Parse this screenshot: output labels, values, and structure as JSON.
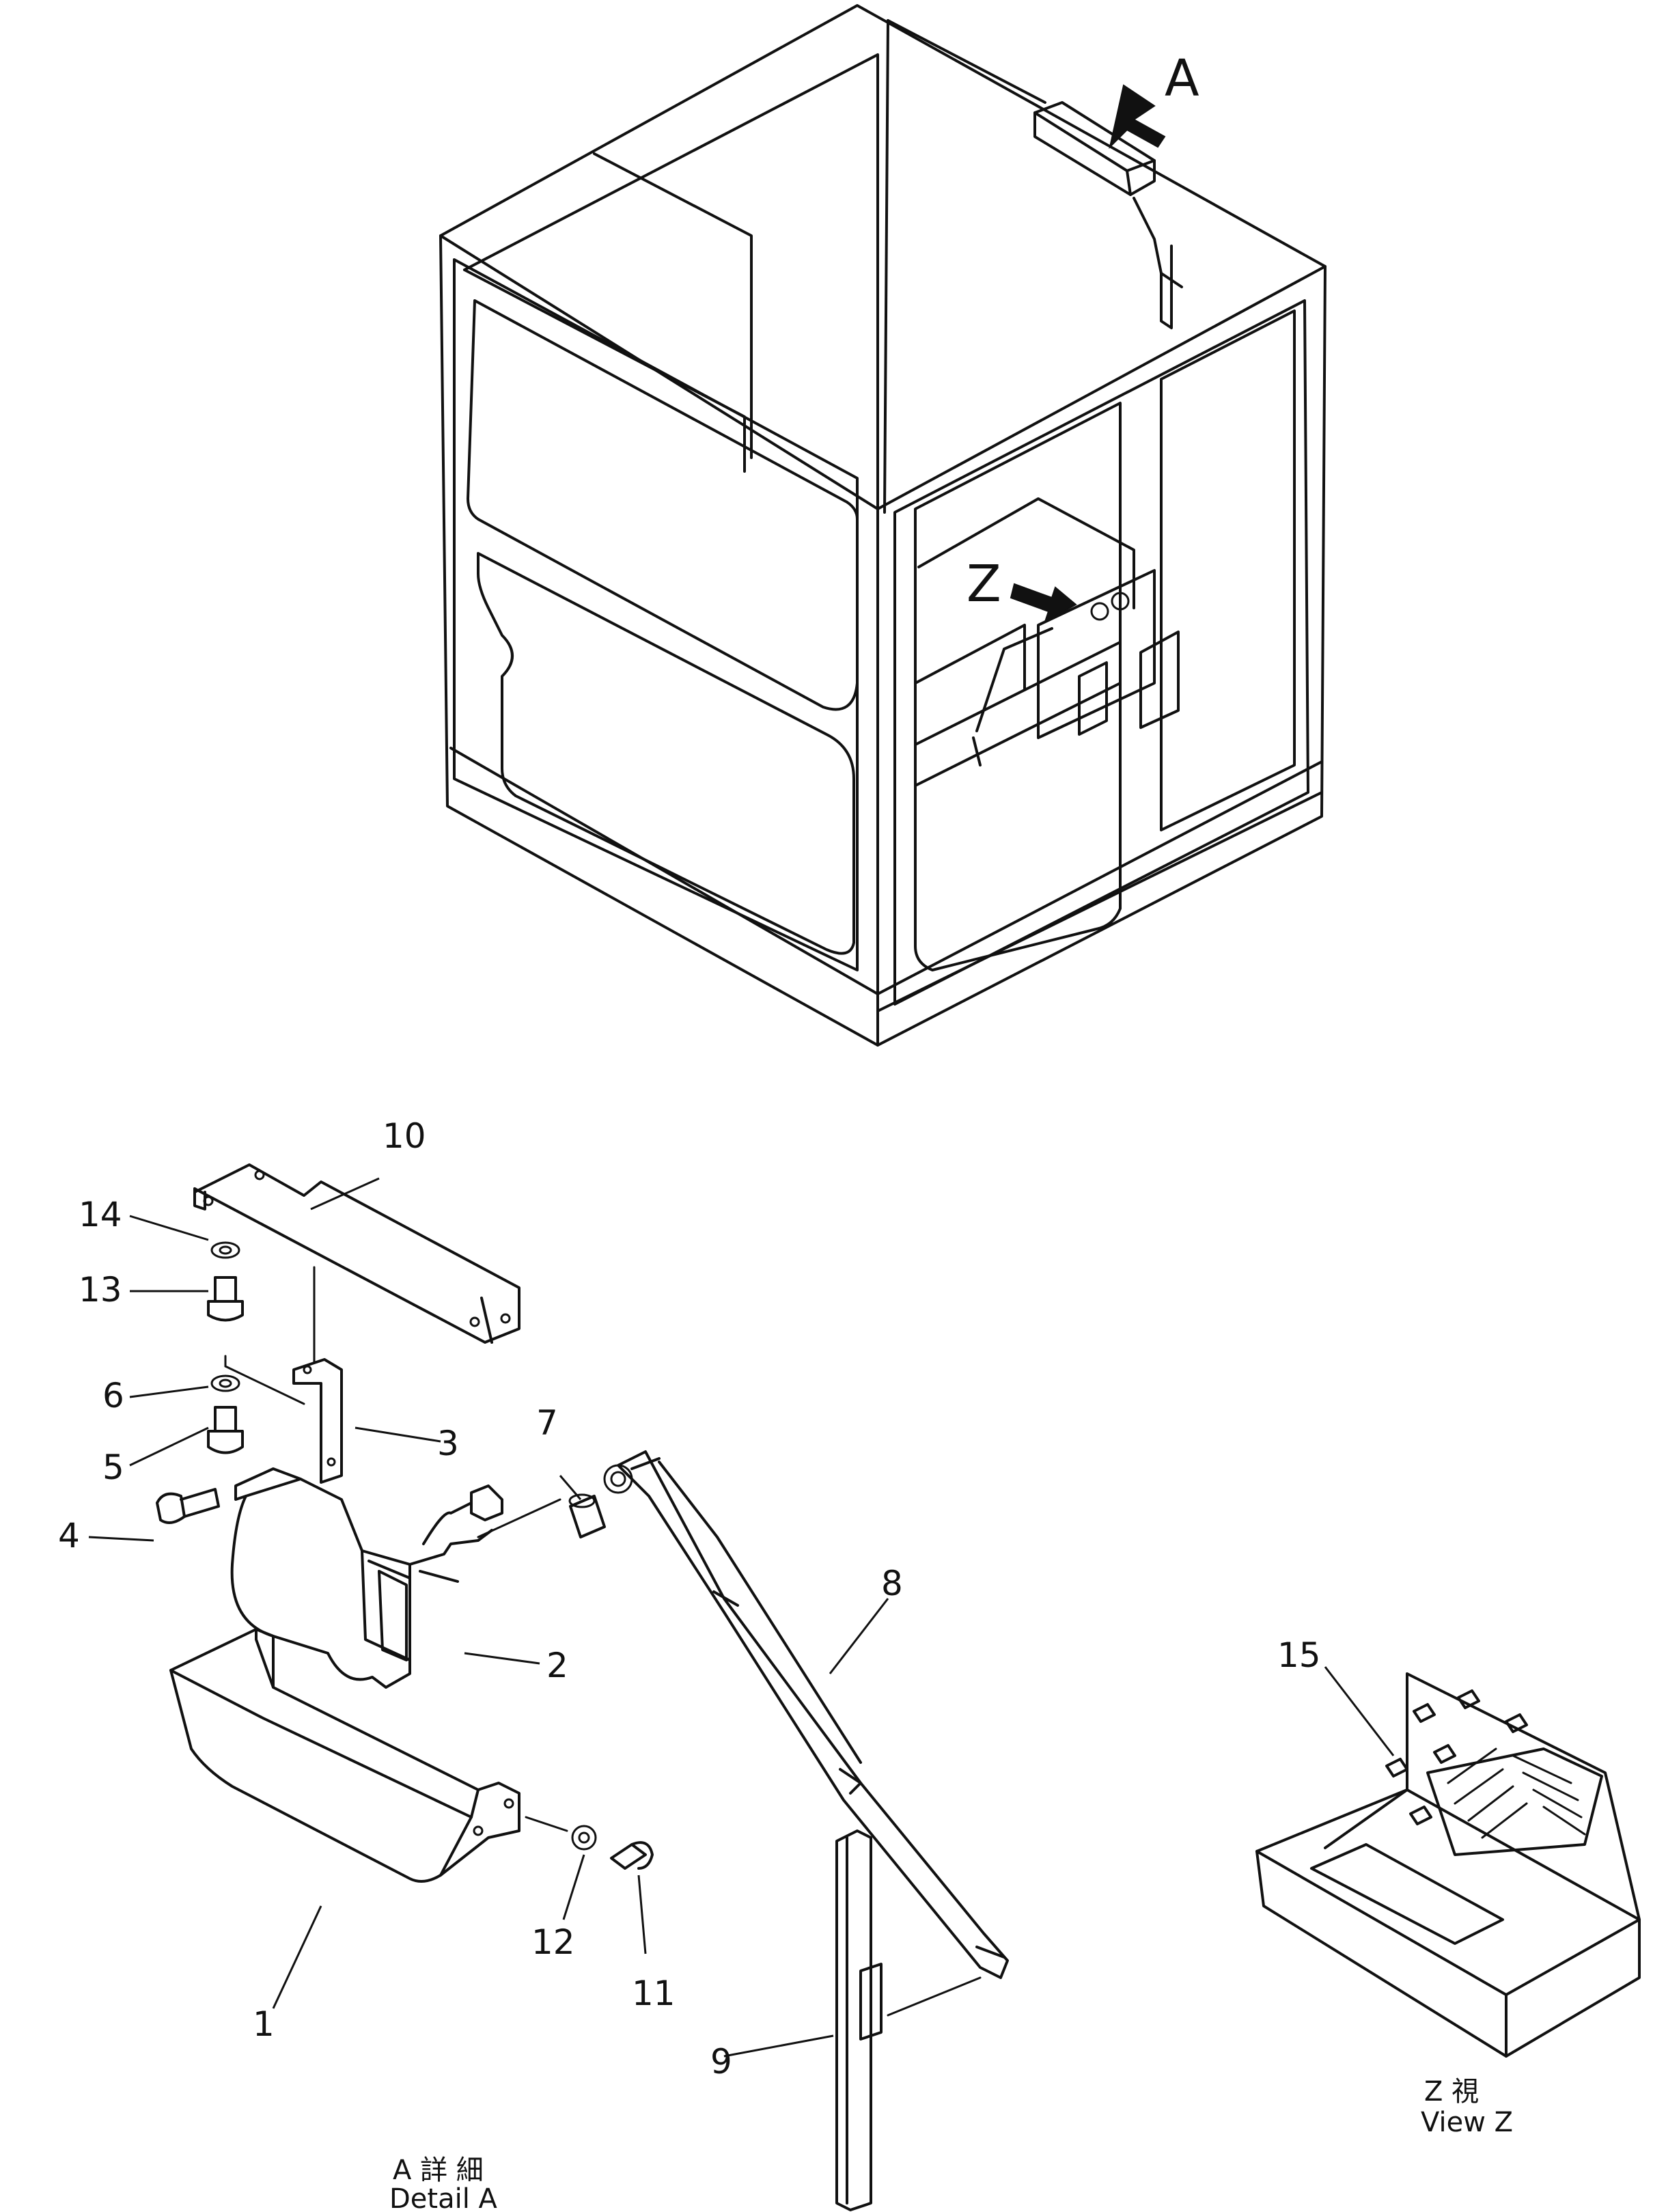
{
  "callouts": {
    "arrow_a": "A",
    "arrow_z": "Z"
  },
  "parts": {
    "p1": "1",
    "p2": "2",
    "p3": "3",
    "p4": "4",
    "p5": "5",
    "p6": "6",
    "p7": "7",
    "p8": "8",
    "p9": "9",
    "p10": "10",
    "p11": "11",
    "p12": "12",
    "p13": "13",
    "p14": "14",
    "p15": "15"
  },
  "captions": {
    "detail_a_jp": "A 詳 細",
    "detail_a_en": "Detail A",
    "view_z_jp": "Z 視",
    "view_z_en": "View Z"
  }
}
